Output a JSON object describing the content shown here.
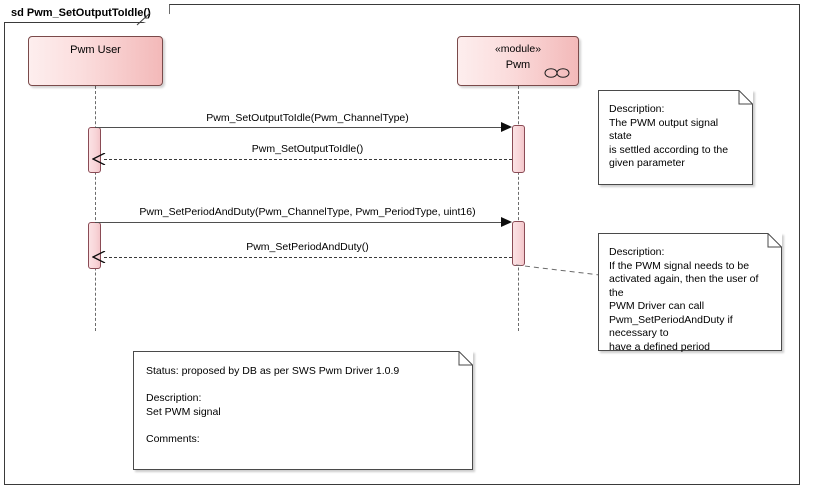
{
  "frame": {
    "title": "sd Pwm_SetOutputToIdle()"
  },
  "lifelines": [
    {
      "name": "Pwm User",
      "stereotype": "",
      "icon": ""
    },
    {
      "name": "Pwm",
      "stereotype": "«module»",
      "icon": "module-interface-icon"
    }
  ],
  "messages": [
    {
      "label": "Pwm_SetOutputToIdle(Pwm_ChannelType)",
      "kind": "call"
    },
    {
      "label": "Pwm_SetOutputToIdle()",
      "kind": "return"
    },
    {
      "label": "Pwm_SetPeriodAndDuty(Pwm_ChannelType, Pwm_PeriodType, uint16)",
      "kind": "call"
    },
    {
      "label": "Pwm_SetPeriodAndDuty()",
      "kind": "return"
    }
  ],
  "notes": [
    {
      "id": "note-description-idle",
      "text": "Description:\nThe PWM output signal state\nis settled according to the\ngiven parameter"
    },
    {
      "id": "note-description-period",
      "text": "Description:\nIf the PWM signal needs to be\nactivated again, then the user of the\nPWM Driver can call\nPwm_SetPeriodAndDuty if necessary to\nhave a defined period"
    },
    {
      "id": "note-status",
      "text": "Status: proposed by DB as per SWS Pwm Driver 1.0.9\n\nDescription:\nSet PWM signal\n\nComments:"
    }
  ],
  "colors": {
    "frame_border": "#3a3a3a",
    "lifeline_head_fill": "#f3b9b9",
    "activation_fill": "#f8d5d8",
    "activation_border": "#8a4b55",
    "message_line": "#4f4f4f",
    "note_border": "#4a4a4a",
    "lifeline_dash": "#6b6b6b"
  }
}
